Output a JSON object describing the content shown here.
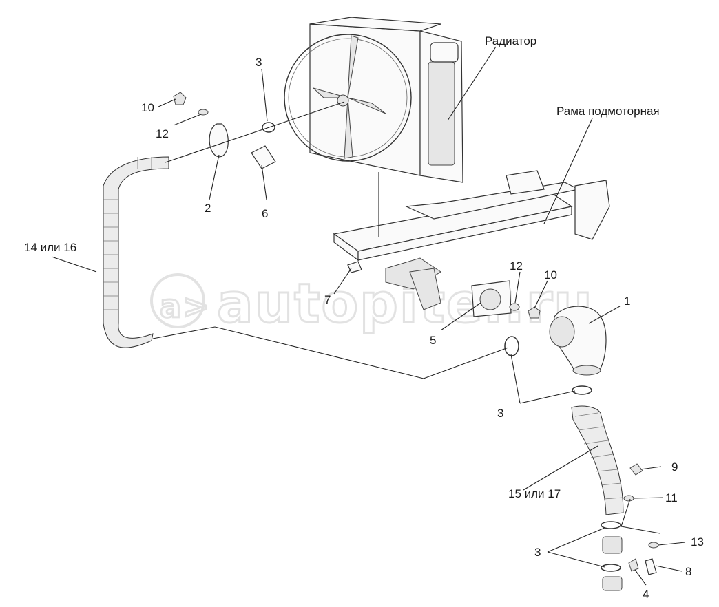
{
  "watermark": {
    "text": "autopiter.ru",
    "logo": "a>"
  },
  "labels": {
    "radiator": "Радиатор",
    "engine_frame": "Рама подмоторная",
    "p14_16": "14 или 16",
    "p15_17": "15 или 17",
    "p1": "1",
    "p2": "2",
    "p3_top": "3",
    "p3_mid": "3",
    "p3_bottom": "3",
    "p4": "4",
    "p5": "5",
    "p6": "6",
    "p7": "7",
    "p8": "8",
    "p9": "9",
    "p10_left": "10",
    "p10_right": "10",
    "p11": "11",
    "p12_left": "12",
    "p12_right": "12",
    "p13": "13"
  }
}
